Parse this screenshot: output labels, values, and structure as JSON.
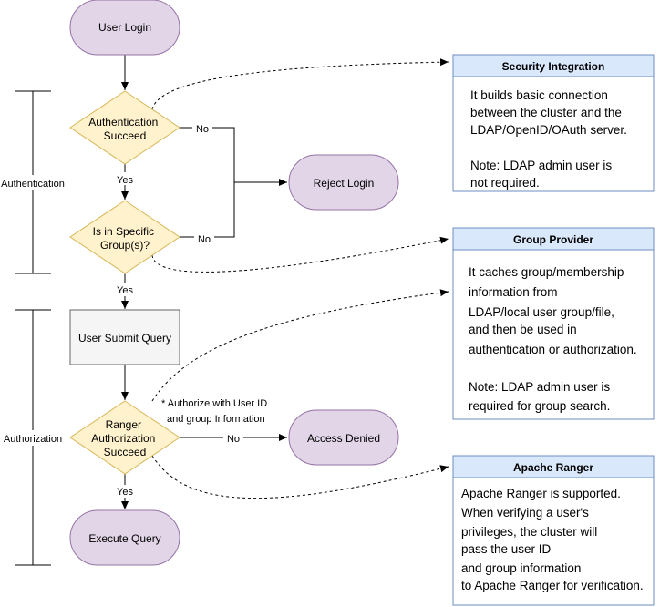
{
  "nodes": {
    "user_login": "User Login",
    "authentication_succeed": [
      "Authentication",
      "Succeed"
    ],
    "reject_login": "Reject Login",
    "is_in_specific_groups": [
      "Is in Specific",
      "Group(s)?"
    ],
    "user_submit_query": "User Submit Query",
    "ranger_authorization_succeed": [
      "Ranger",
      "Authorization",
      "Succeed"
    ],
    "access_denied": "Access Denied",
    "execute_query": "Execute Query"
  },
  "edges": {
    "auth_no": "No",
    "auth_yes": "Yes",
    "group_no": "No",
    "group_yes": "Yes",
    "ranger_no": "No",
    "ranger_yes": "Yes",
    "ranger_annotation": [
      "* Authorize with User ID",
      "and group Information"
    ]
  },
  "phases": {
    "authentication": "Authentication",
    "authorization": "Authorization"
  },
  "notes": {
    "security_integration": {
      "title": "Security Integration",
      "lines": [
        "It builds basic connection",
        "between the cluster and the",
        "LDAP/OpenID/OAuth server.",
        "",
        "Note: LDAP admin user is",
        "not required."
      ]
    },
    "group_provider": {
      "title": "Group Provider",
      "lines": [
        "It caches group/membership",
        "information from",
        "LDAP/local user group/file,",
        "and then be used in",
        "authentication or authorization.",
        "",
        "Note: LDAP admin user is",
        "required for group search."
      ]
    },
    "apache_ranger": {
      "title": "Apache Ranger",
      "lines": [
        "Apache Ranger is supported.",
        "When verifying a user's",
        "privileges, the cluster will",
        "pass the user ID",
        "and group information",
        "to Apache Ranger for verification."
      ]
    }
  },
  "colors": {
    "terminal_fill": "#e1d5e7",
    "terminal_stroke": "#9673a6",
    "decision_fill": "#fff2cc",
    "decision_stroke": "#d6b656",
    "process_fill": "#f5f5f5",
    "process_stroke": "#666666",
    "note_header_fill": "#dae8fc",
    "note_stroke": "#6c8ebf"
  }
}
